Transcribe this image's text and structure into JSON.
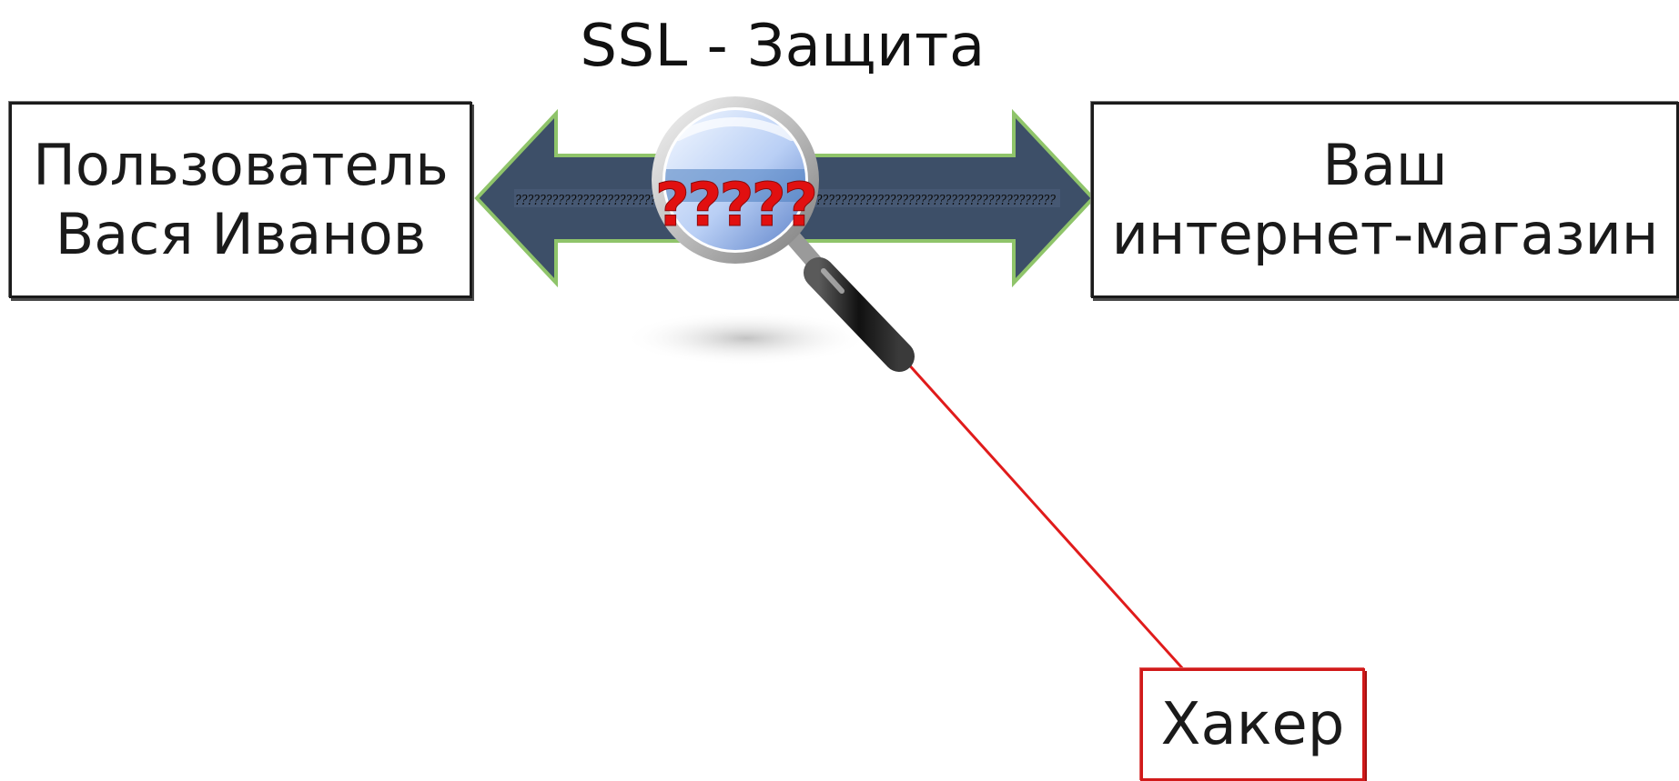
{
  "title": "SSL - Защита",
  "nodes": {
    "user": {
      "line1": "Пользователь",
      "line2": "Вася Иванов"
    },
    "shop": {
      "line1": "Ваш",
      "line2": "интернет-магазин"
    },
    "hacker": {
      "label": "Хакер"
    }
  },
  "channel": {
    "encrypted_text": "????????????????????????????????????????????????????????????????????????????????????????",
    "magnified_text": "?????"
  },
  "colors": {
    "arrow_fill": "#3d4f68",
    "arrow_outline": "#8fc46a",
    "laser": "#e01b1b",
    "hacker_border": "#d11a1a",
    "magnified_text": "#e11010"
  },
  "icons": {
    "double_arrow": "double-arrow-icon",
    "magnifier": "magnifying-glass-icon",
    "laser_line": "laser-line"
  }
}
